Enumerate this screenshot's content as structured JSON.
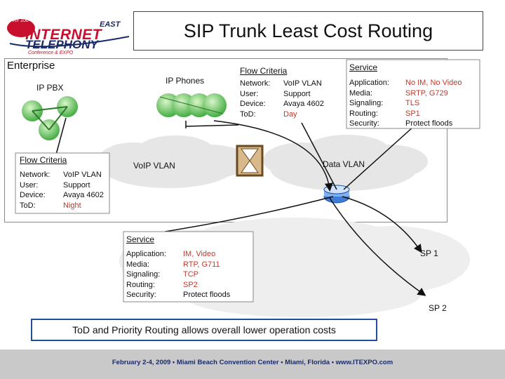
{
  "slide": {
    "title": "SIP Trunk Least Cost Routing",
    "logo": {
      "east": "EAST",
      "internet": "INTERNET",
      "telephony": "TELEPHONY",
      "conference": "Conference & EXPO",
      "badge": "Over 100 Years"
    },
    "enterprise_label": "Enterprise",
    "ip_pbx_label": "IP PBX",
    "ip_phones_label": "IP Phones",
    "voip_vlan_label": "VoIP VLAN",
    "data_vlan_label": "Data VLAN",
    "sp1_label": "SP 1",
    "sp2_label": "SP 2",
    "footer_note": "ToD and Priority Routing allows overall lower operation costs",
    "bottom_text": "February 2-4, 2009 • Miami Beach Convention Center • Miami, Florida • www.ITEXPO.com"
  },
  "flow_criteria_top": {
    "title": "Flow Criteria",
    "keys": [
      "Network:",
      "User:",
      "Device:",
      "ToD:"
    ],
    "values": [
      "VoIP VLAN",
      "Support",
      "Avaya 4602",
      "Day"
    ]
  },
  "flow_criteria_left": {
    "title": "Flow Criteria",
    "keys": [
      "Network:",
      "User:",
      "Device:",
      "ToD:"
    ],
    "values": [
      "VoIP VLAN",
      "Support",
      "Avaya 4602",
      "Night"
    ]
  },
  "service_top": {
    "title": "Service",
    "keys": [
      "Application:",
      "Media:",
      "Signaling:",
      "Routing:",
      "Security:"
    ],
    "values": [
      "No IM, No Video",
      "SRTP, G729",
      "TLS",
      "SP1",
      "Protect floods"
    ]
  },
  "service_bottom": {
    "title": "Service",
    "keys": [
      "Application:",
      "Media:",
      "Signaling:",
      "Routing:",
      "Security:"
    ],
    "values": [
      "IM, Video",
      "RTP, G711",
      "TCP",
      "SP2",
      "Protect floods"
    ]
  },
  "colors": {
    "accent_red": "#c0392b",
    "border_blue": "#1f4e9e",
    "brand_navy": "#1b2a6b",
    "cloud": "#e6e6e6"
  }
}
